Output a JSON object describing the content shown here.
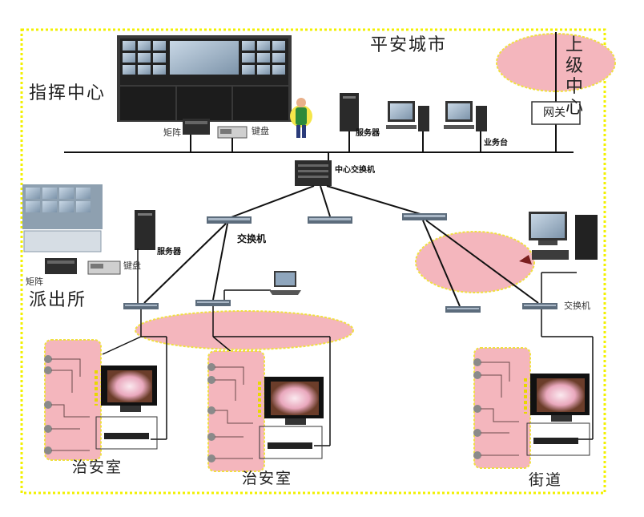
{
  "title": "平安城市",
  "command_center": {
    "label": "指挥中心",
    "matrix": "矩阵",
    "keyboard": "键盘",
    "server": "服务器",
    "workstation": "业务台"
  },
  "upper_center": {
    "label": "上级中心"
  },
  "gateway": {
    "label": "网关"
  },
  "core_switch": {
    "label": "中心交换机"
  },
  "switch": {
    "label": "交换机"
  },
  "police_station": {
    "label": "派出所",
    "matrix": "矩阵",
    "keyboard": "键盘",
    "server": "服务器"
  },
  "street_switch": {
    "label": "交换机"
  },
  "sites": [
    {
      "label": "治安室"
    },
    {
      "label": "治安室"
    },
    {
      "label": "街道"
    }
  ],
  "colors": {
    "highlight": "#f4b6bd",
    "highlight_border": "#f0e040",
    "frame": "#f0f000"
  }
}
